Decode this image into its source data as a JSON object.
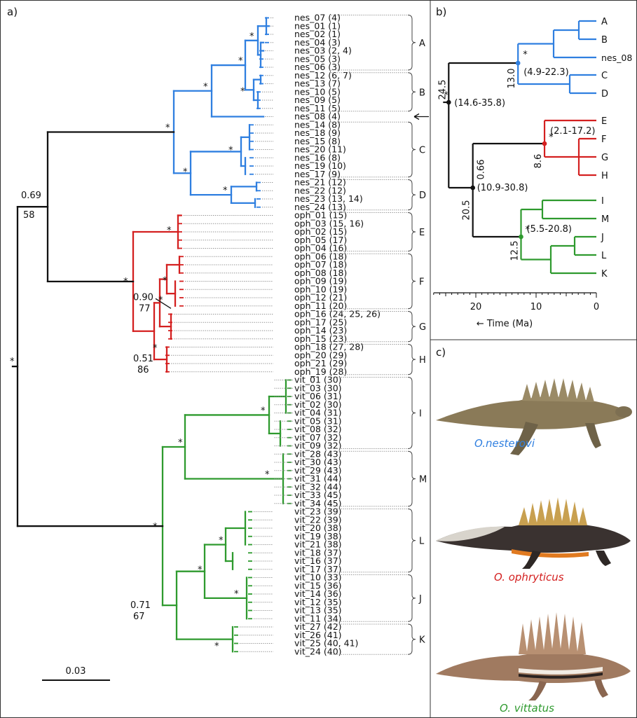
{
  "colors": {
    "nes": "#2F7FE0",
    "oph": "#D42020",
    "vit": "#2E9A2E",
    "black": "#111111"
  },
  "panels": {
    "a": "a)",
    "b": "b)",
    "c": "c)"
  },
  "scale_bar": "0.03",
  "tree_a": {
    "root_support": "*",
    "node_top_pp": "0.69",
    "node_top_bs": "58",
    "oph_node1_pp": "0.90",
    "oph_node1_bs": "77",
    "oph_node2_pp": "0.51",
    "oph_node2_bs": "86",
    "vit_node_pp": "0.71",
    "vit_node_bs": "67",
    "star": "*",
    "tips": [
      "nes_07 (4)",
      "nes_01 (1)",
      "nes_02 (1)",
      "nes_04 (3)",
      "nes_03 (2, 4)",
      "nes_05 (3)",
      "nes_06 (3)",
      "nes_12 (6, 7)",
      "nes_13 (7)",
      "nes_10 (5)",
      "nes_09 (5)",
      "nes_11 (5)",
      "nes_08 (4)",
      "nes_14 (8)",
      "nes_18 (9)",
      "nes_15 (8)",
      "nes_20 (11)",
      "nes_16 (8)",
      "nes_19 (10)",
      "nes_17 (9)",
      "nes_21 (12)",
      "nes_22 (12)",
      "nes_23 (13, 14)",
      "nes_24 (13)",
      "oph_01 (15)",
      "oph_03 (15, 16)",
      "oph_02 (15)",
      "oph_05 (17)",
      "oph_04 (16)",
      "oph_06 (18)",
      "oph_07 (18)",
      "oph_08 (18)",
      "oph_09 (19)",
      "oph_10 (19)",
      "oph_12 (21)",
      "oph_11 (20)",
      "oph_16 (24, 25, 26)",
      "oph_17 (25)",
      "oph_14 (23)",
      "oph_15 (23)",
      "oph_18 (27, 28)",
      "oph_20 (29)",
      "oph_21 (29)",
      "oph_19 (28)",
      "vit_01 (30)",
      "vit_03 (30)",
      "vit_06 (31)",
      "vit_02 (30)",
      "vit_04 (31)",
      "vit_05 (31)",
      "vit_08 (32)",
      "vit_07 (32)",
      "vit_09 (32)",
      "vit_28 (43)",
      "vit_30 (43)",
      "vit_29 (43)",
      "vit_31 (44)",
      "vit_32 (44)",
      "vit_33 (45)",
      "vit_34 (45)",
      "vit_23 (39)",
      "vit_22 (39)",
      "vit_20 (38)",
      "vit_19 (38)",
      "vit_21 (38)",
      "vit_18 (37)",
      "vit_16 (37)",
      "vit_17 (37)",
      "vit_10 (33)",
      "vit_15 (36)",
      "vit_14 (36)",
      "vit_12 (35)",
      "vit_13 (35)",
      "vit_11 (34)",
      "vit_27 (42)",
      "vit_26 (41)",
      "vit_25 (40, 41)",
      "vit_24 (40)"
    ],
    "clades": [
      "A",
      "B",
      "C",
      "D",
      "E",
      "F",
      "G",
      "H",
      "I",
      "M",
      "L",
      "J",
      "K"
    ]
  },
  "tree_b": {
    "tips": [
      "A",
      "B",
      "nes_08",
      "C",
      "D",
      "E",
      "F",
      "G",
      "H",
      "I",
      "M",
      "J",
      "L",
      "K"
    ],
    "root_branch": "24.5",
    "root_star": "*",
    "root_ci": "(14.6-35.8)",
    "nes_age": "13.0",
    "nes_star": "*",
    "nes_ci": "(4.9-22.3)",
    "inner_pp": "0.66",
    "inner_age": "20.5",
    "inner_ci": "(10.9-30.8)",
    "oph_age": "8.6",
    "oph_star": "*",
    "oph_ci": "(2.1-17.2)",
    "vit_age": "12.5",
    "vit_star": "*",
    "vit_ci": "(5.5-20.8)",
    "axis_ticks": [
      "20",
      "10",
      "0"
    ],
    "axis_label": "← Time (Ma)"
  },
  "panel_c": {
    "species": [
      "O.nesterovi",
      "O. ophryticus",
      "O. vittatus"
    ]
  }
}
